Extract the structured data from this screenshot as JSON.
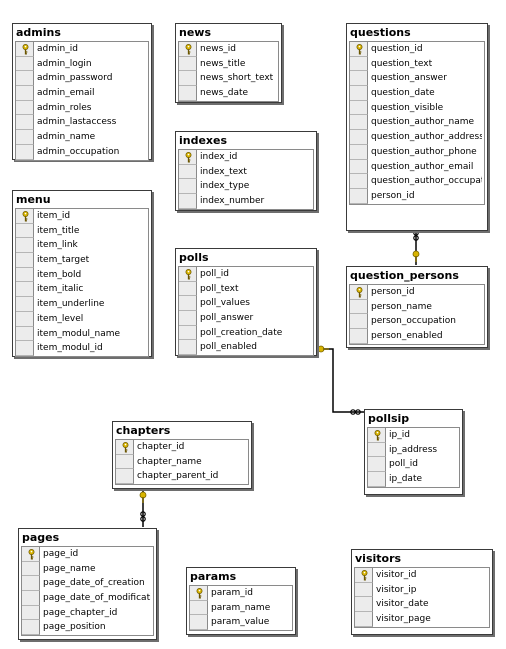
{
  "tables": [
    {
      "id": "admins",
      "title": "admins",
      "columns": [
        "admin_id",
        "admin_login",
        "admin_password",
        "admin_email",
        "admin_roles",
        "admin_lastaccess",
        "admin_name",
        "admin_occupation"
      ],
      "keys": [
        0
      ]
    },
    {
      "id": "news",
      "title": "news",
      "columns": [
        "news_id",
        "news_title",
        "news_short_text",
        "news_date"
      ],
      "keys": [
        0
      ]
    },
    {
      "id": "questions",
      "title": "questions",
      "columns": [
        "question_id",
        "question_text",
        "question_answer",
        "question_date",
        "question_visible",
        "question_author_name",
        "question_author_address",
        "question_author_phone",
        "question_author_email",
        "question_author_occupati",
        "person_id"
      ],
      "keys": [
        0
      ]
    },
    {
      "id": "indexes",
      "title": "indexes",
      "columns": [
        "index_id",
        "index_text",
        "index_type",
        "index_number"
      ],
      "keys": [
        0
      ]
    },
    {
      "id": "menu",
      "title": "menu",
      "columns": [
        "item_id",
        "item_title",
        "item_link",
        "item_target",
        "item_bold",
        "item_italic",
        "item_underline",
        "item_level",
        "item_modul_name",
        "item_modul_id"
      ],
      "keys": [
        0
      ]
    },
    {
      "id": "polls",
      "title": "polls",
      "columns": [
        "poll_id",
        "poll_text",
        "poll_values",
        "poll_answer",
        "poll_creation_date",
        "poll_enabled"
      ],
      "keys": [
        0
      ]
    },
    {
      "id": "question_persons",
      "title": "question_persons",
      "columns": [
        "person_id",
        "person_name",
        "person_occupation",
        "person_enabled"
      ],
      "keys": [
        0
      ]
    },
    {
      "id": "pollsip",
      "title": "pollsip",
      "columns": [
        "ip_id",
        "ip_address",
        "poll_id",
        "ip_date"
      ],
      "keys": [
        0
      ]
    },
    {
      "id": "chapters",
      "title": "chapters",
      "columns": [
        "chapter_id",
        "chapter_name",
        "chapter_parent_id"
      ],
      "keys": [
        0
      ]
    },
    {
      "id": "pages",
      "title": "pages",
      "columns": [
        "page_id",
        "page_name",
        "page_date_of_creation",
        "page_date_of_modificatio",
        "page_chapter_id",
        "page_position"
      ],
      "keys": [
        0
      ]
    },
    {
      "id": "params",
      "title": "params",
      "columns": [
        "param_id",
        "param_name",
        "param_value"
      ],
      "keys": [
        0
      ]
    },
    {
      "id": "visitors",
      "title": "visitors",
      "columns": [
        "visitor_id",
        "visitor_ip",
        "visitor_date",
        "visitor_page"
      ],
      "keys": [
        0
      ]
    }
  ],
  "relationships": [
    {
      "from": "question_persons",
      "to": "questions",
      "from_end": "key",
      "to_end": "infinity"
    },
    {
      "from": "polls",
      "to": "pollsip",
      "from_end": "key",
      "to_end": "infinity"
    },
    {
      "from": "chapters",
      "to": "pages",
      "from_end": "key",
      "to_end": "infinity"
    }
  ],
  "colors": {
    "key": "#d8b400",
    "line": "#000000",
    "icon_column": "#ececec"
  }
}
